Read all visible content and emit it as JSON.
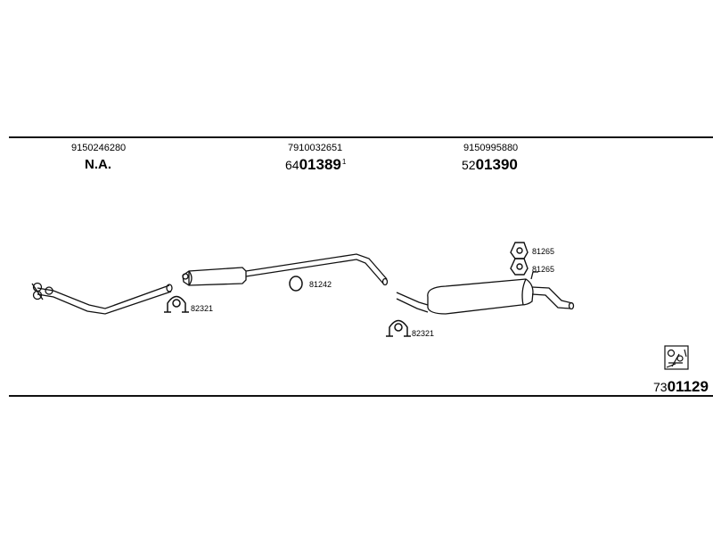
{
  "header_parts": [
    {
      "oe": "9150246280",
      "na": "N.A."
    },
    {
      "oe": "7910032651",
      "prefix": "64",
      "main": "01389",
      "sup": "1"
    },
    {
      "oe": "9150995880",
      "prefix": "52",
      "main": "01390"
    }
  ],
  "parts": {
    "clamp_front": "82321",
    "ring_gasket": "81242",
    "clamp_rear": "82321",
    "rubber_mount_1": "81265",
    "rubber_mount_2": "81265"
  },
  "kit": {
    "prefix": "73",
    "main": "01129",
    "icon": "mounting-kit-icon"
  }
}
